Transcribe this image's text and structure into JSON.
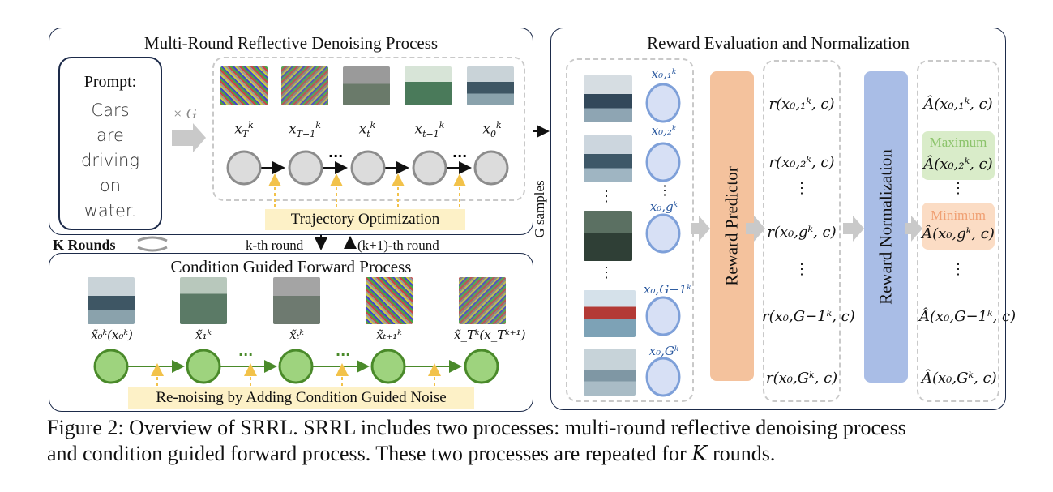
{
  "left_top_panel": {
    "title": "Multi-Round Reflective Denoising Process",
    "prompt_title": "Prompt:",
    "prompt_lines": [
      "Cars",
      "are",
      "driving",
      "on",
      "water."
    ],
    "times_g": "× G",
    "step_labels": [
      "x_T^k",
      "x_{T−1}^k",
      "x_t^k",
      "x_{t−1}^k",
      "x_0^k"
    ],
    "dots": "···",
    "banner": "Trajectory Optimization"
  },
  "middle": {
    "k_rounds": "K Rounds",
    "kth_round": "k-th round",
    "k1th_round": "(k+1)-th round",
    "g_samples": "G samples"
  },
  "left_bottom_panel": {
    "title": "Condition Guided Forward Process",
    "step_labels": [
      "x̃₀ᵏ(x₀ᵏ)",
      "x̃₁ᵏ",
      "x̃ₜᵏ",
      "x̃ₜ₊₁ᵏ",
      "x̃_Tᵏ(x_Tᵏ⁺¹)"
    ],
    "dots": "···",
    "banner": "Re-noising by Adding Condition Guided Noise"
  },
  "right_panel": {
    "title": "Reward Evaluation and Normalization",
    "sample_labels": [
      "x₀,₁ᵏ",
      "x₀,₂ᵏ",
      "x₀,gᵏ",
      "x₀,G−1ᵏ",
      "x₀,Gᵏ"
    ],
    "vdots": "⋮",
    "reward_predictor": "Reward Predictor",
    "reward_normalization": "Reward Normalization",
    "rewards": [
      "r(x₀,₁ᵏ, c)",
      "r(x₀,₂ᵏ, c)",
      "r(x₀,gᵏ, c)",
      "r(x₀,G−1ᵏ, c)",
      "r(x₀,Gᵏ, c)"
    ],
    "advantages": [
      "Â(x₀,₁ᵏ, c)",
      "Â(x₀,₂ᵏ, c)",
      "Â(x₀,gᵏ, c)",
      "Â(x₀,G−1ᵏ, c)",
      "Â(x₀,Gᵏ, c)"
    ],
    "maximum": "Maximum",
    "minimum": "Minimum"
  },
  "caption": {
    "line1": "Figure 2: Overview of SRRL. SRRL includes two processes: multi-round reflective denoising process",
    "line2_prefix": "and condition guided forward process. These two processes are repeated for ",
    "line2_k": "K",
    "line2_suffix": " rounds."
  },
  "colors": {
    "panel_border": "#1d2b4a",
    "gray_node": "#dcdcdc",
    "green_node": "#9ed37e",
    "blue_node": "#d7e0f5",
    "reward_predictor": "#f4c29d",
    "reward_normalization": "#a9bde6",
    "banner": "#fdf1c7",
    "max_highlight": "#d9ecc9",
    "min_highlight": "#fbdcc4"
  }
}
